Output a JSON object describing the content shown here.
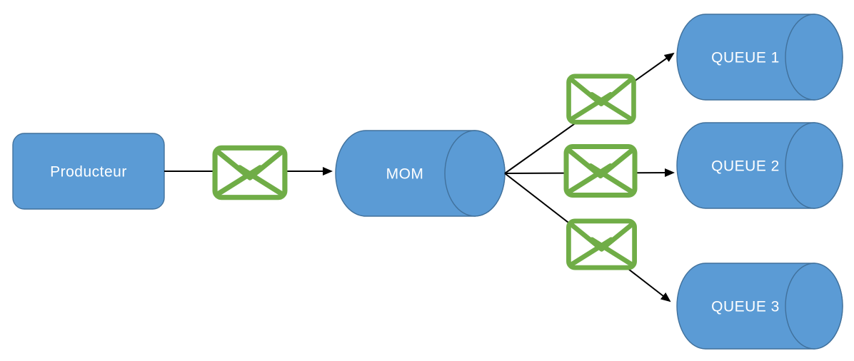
{
  "colors": {
    "background": "#FFFFFF",
    "node_fill": "#5B9BD5",
    "node_border": "#41719C",
    "node_text": "#FFFFFF",
    "edge_color": "#000000",
    "envelope_color": "#70AD47"
  },
  "diagram": {
    "nodes": {
      "producteur": {
        "label": "Producteur",
        "shape": "rounded-rectangle"
      },
      "mom": {
        "label": "MOM",
        "shape": "cylinder"
      },
      "queue1": {
        "label": "QUEUE 1",
        "shape": "cylinder"
      },
      "queue2": {
        "label": "QUEUE 2",
        "shape": "cylinder"
      },
      "queue3": {
        "label": "QUEUE 3",
        "shape": "cylinder"
      }
    },
    "edges": [
      {
        "from": "producteur",
        "to": "mom",
        "icon": "envelope-icon"
      },
      {
        "from": "mom",
        "to": "queue1",
        "icon": "envelope-icon"
      },
      {
        "from": "mom",
        "to": "queue2",
        "icon": "envelope-icon"
      },
      {
        "from": "mom",
        "to": "queue3",
        "icon": "envelope-icon"
      }
    ]
  }
}
